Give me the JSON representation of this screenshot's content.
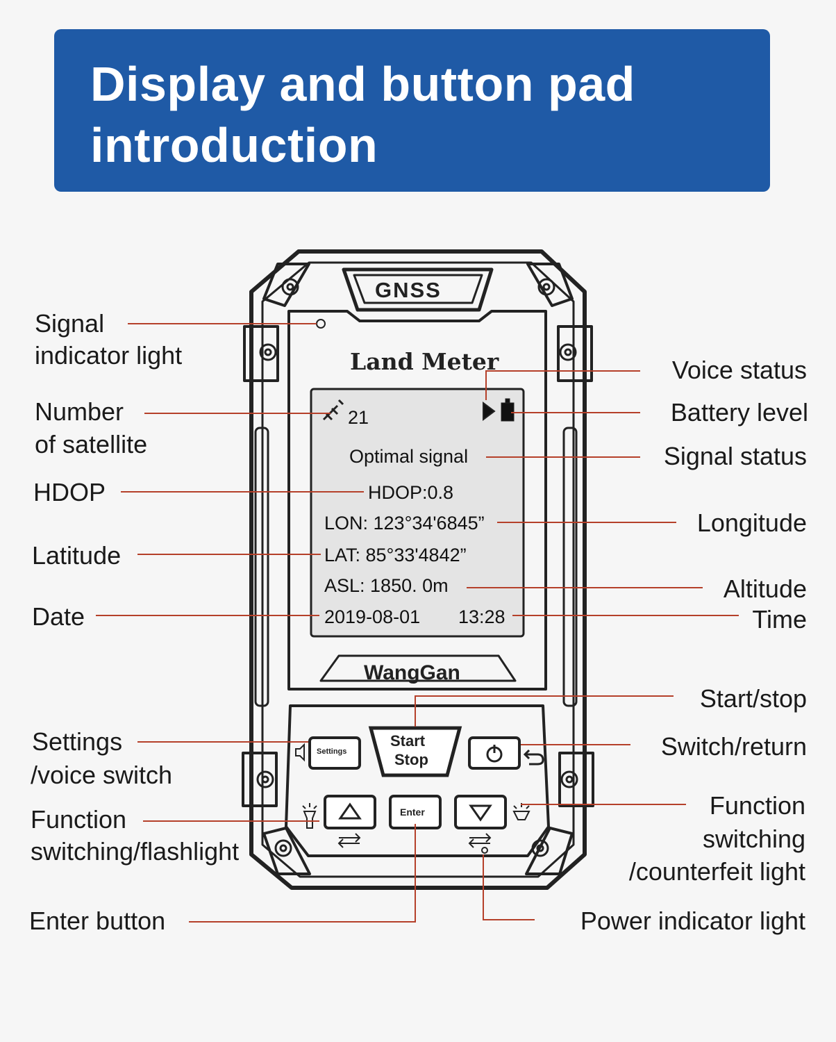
{
  "title": {
    "line1": "Display and button pad",
    "line2": "introduction"
  },
  "device": {
    "top_badge": "GNSS",
    "model": "Land Meter",
    "maker": "WangGan",
    "buttons": {
      "settings": "Settings",
      "start": "Start",
      "stop": "Stop",
      "enter": "Enter"
    }
  },
  "screen": {
    "satellites": "21",
    "signal": "Optimal signal",
    "hdop": "HDOP:0.8",
    "lon": "LON: 123°34'6845”",
    "lat": "LAT:  85°33'4842”",
    "asl": "ASL: 1850. 0m",
    "date": "2019-08-01",
    "time": "13:28"
  },
  "labels_left": {
    "signal_light_1": "Signal",
    "signal_light_2": "indicator light",
    "sat_1": "Number",
    "sat_2": "of satellite",
    "hdop": "HDOP",
    "latitude": "Latitude",
    "date": "Date",
    "settings_1": "Settings",
    "settings_2": "/voice switch",
    "func_1": "Function",
    "func_2": "switching/flashlight",
    "enter": "Enter button"
  },
  "labels_right": {
    "voice": "Voice status",
    "battery": "Battery level",
    "signal_status": "Signal status",
    "longitude": "Longitude",
    "altitude": "Altitude",
    "time": "Time",
    "start_stop": "Start/stop",
    "switch_return": "Switch/return",
    "func_1": "Function",
    "func_2": "switching",
    "func_3": "/counterfeit light",
    "power_light": "Power indicator light"
  },
  "colors": {
    "banner": "#1f5aa6",
    "leader": "#b5402a",
    "screen": "#e4e4e4"
  }
}
